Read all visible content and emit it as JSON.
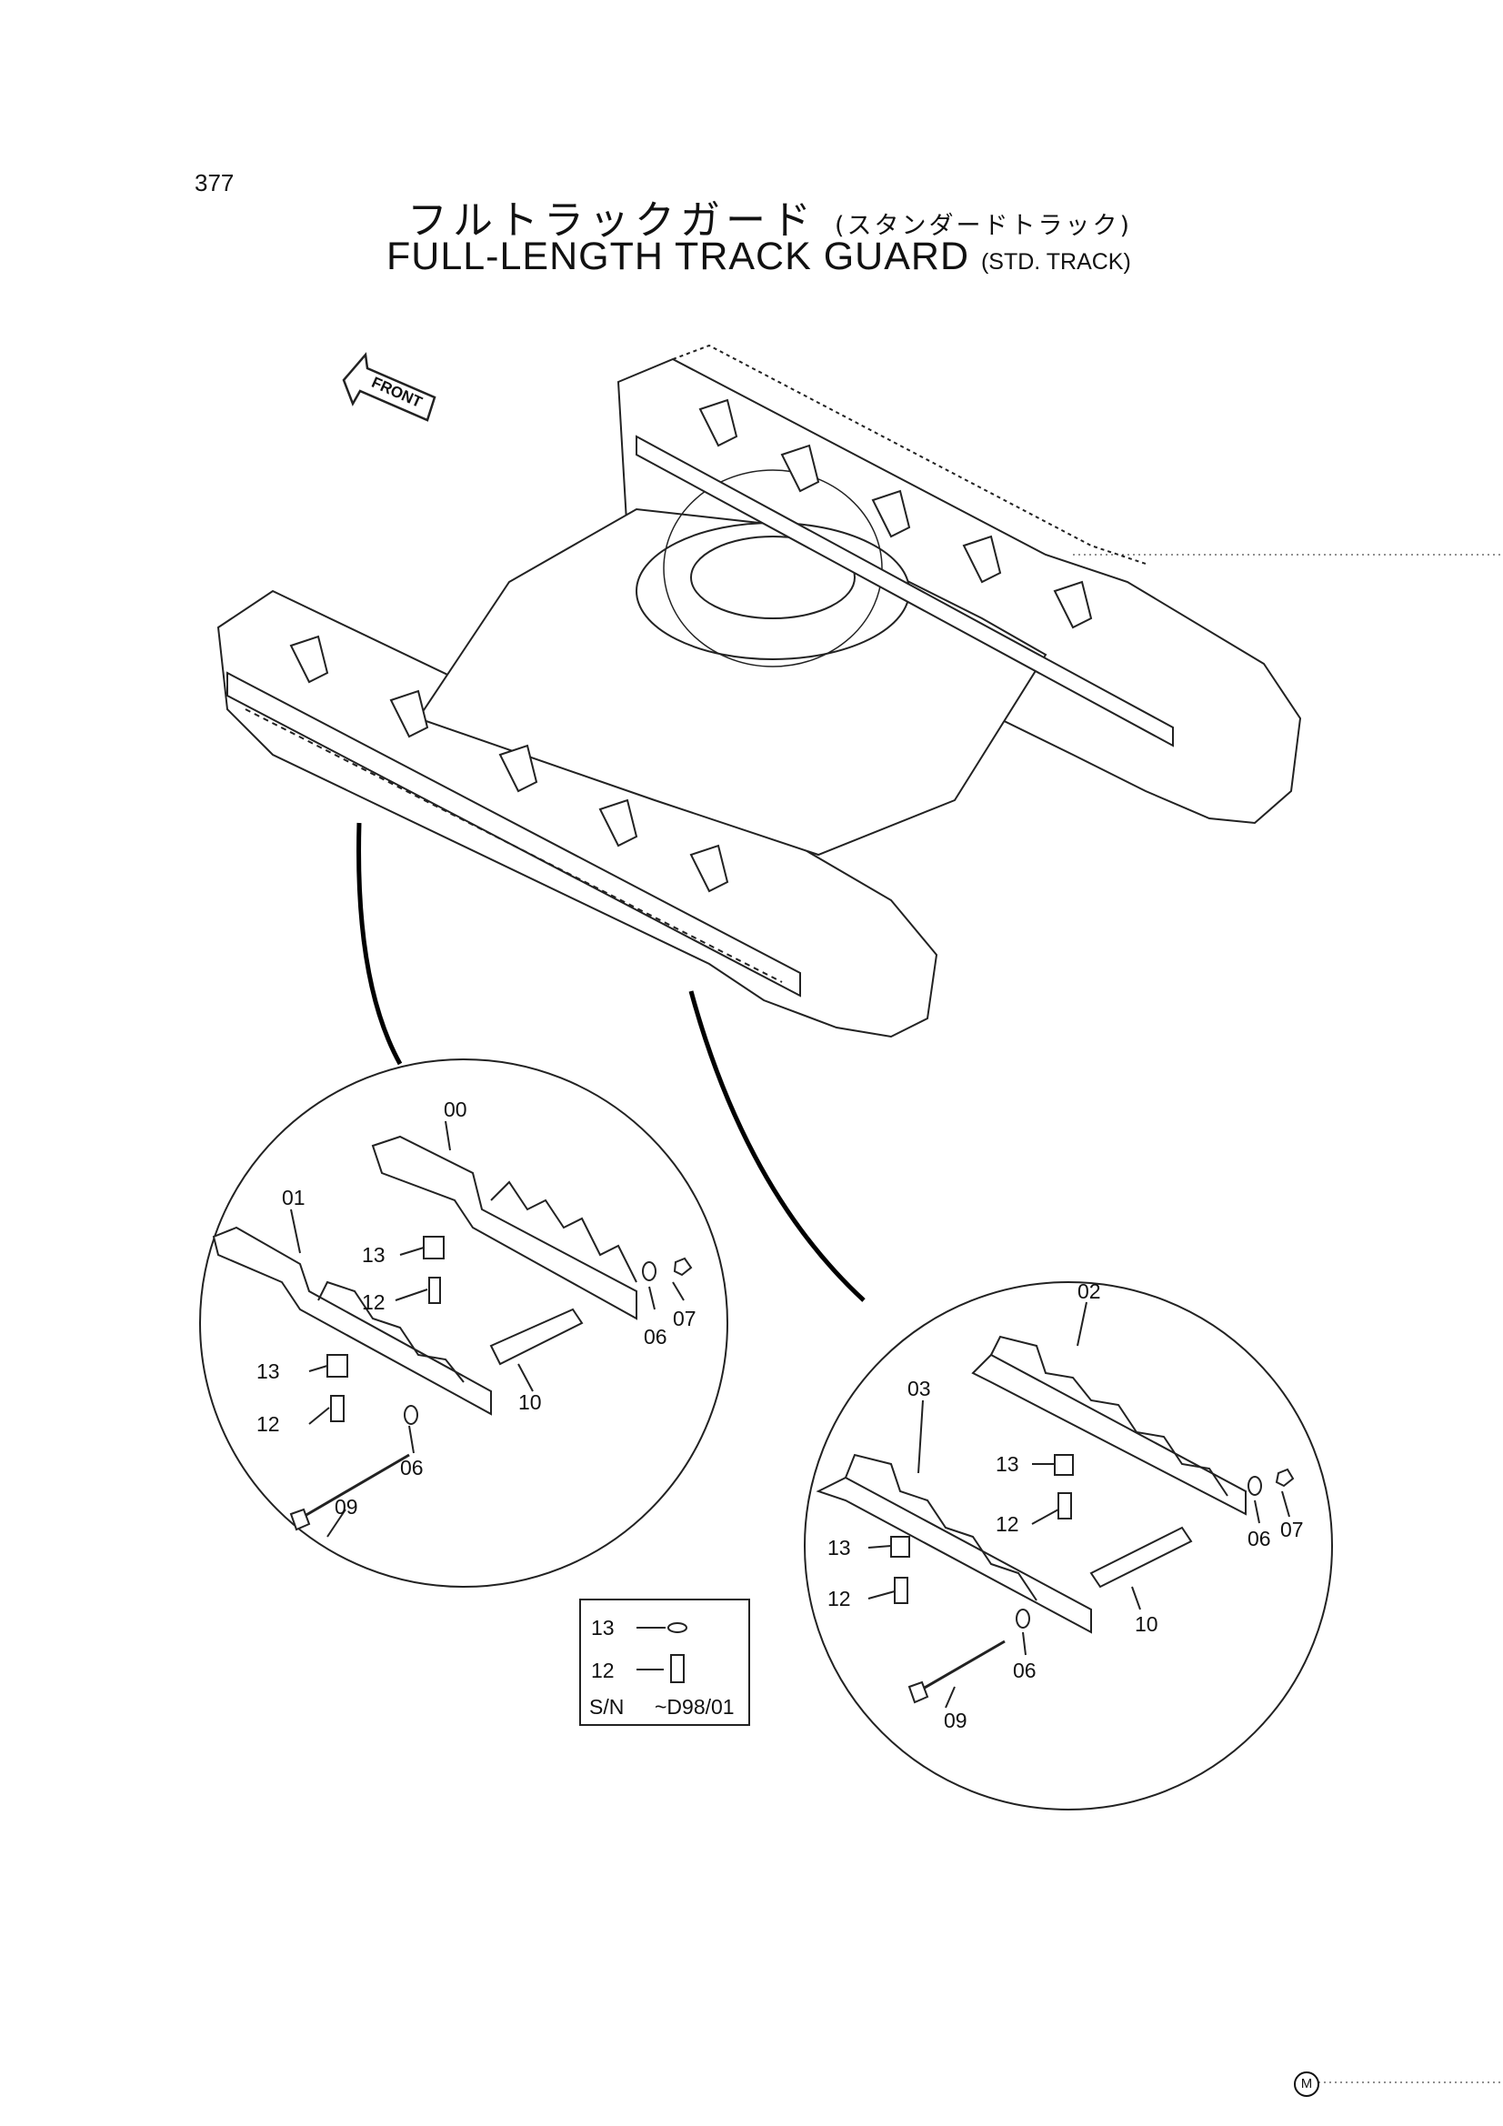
{
  "page_number": "377",
  "title": {
    "japanese": "フルトラックガード",
    "japanese_sub": "(スタンダードトラック)",
    "english": "FULL-LENGTH TRACK GUARD",
    "english_sub": "(STD. TRACK)"
  },
  "front_arrow_label": "FRONT",
  "detail_left": {
    "callouts": [
      "00",
      "01",
      "13",
      "12",
      "13",
      "12",
      "06",
      "07",
      "10",
      "06",
      "09"
    ]
  },
  "detail_right": {
    "callouts": [
      "02",
      "03",
      "13",
      "12",
      "13",
      "12",
      "06",
      "07",
      "10",
      "06",
      "09"
    ]
  },
  "serial_box": {
    "items": [
      "13",
      "12"
    ],
    "serial_label": "S/N",
    "serial_value": "~D98/01"
  },
  "footer_mark": "M"
}
